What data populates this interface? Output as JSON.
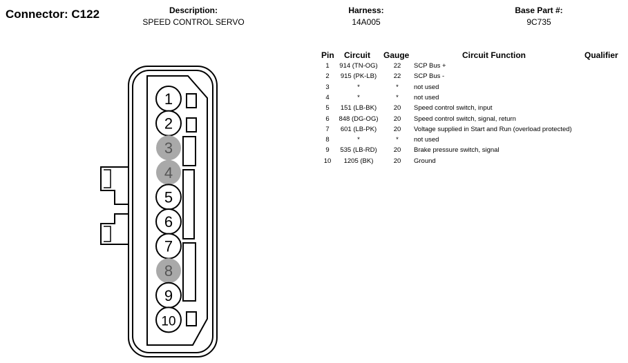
{
  "connector": {
    "title": "Connector: C122",
    "description_label": "Description:",
    "description_value": "SPEED CONTROL SERVO",
    "harness_label": "Harness:",
    "harness_value": "14A005",
    "base_part_label": "Base Part #:",
    "base_part_value": "9C735"
  },
  "table": {
    "headers": [
      "Pin",
      "Circuit",
      "Gauge",
      "Circuit Function",
      "Qualifier"
    ],
    "rows": [
      {
        "pin": "1",
        "circuit": "914 (TN-OG)",
        "gauge": "22",
        "function": "SCP Bus +"
      },
      {
        "pin": "2",
        "circuit": "915 (PK-LB)",
        "gauge": "22",
        "function": "SCP Bus -"
      },
      {
        "pin": "3",
        "circuit": "*",
        "gauge": "*",
        "function": "not used"
      },
      {
        "pin": "4",
        "circuit": "*",
        "gauge": "*",
        "function": "not used"
      },
      {
        "pin": "5",
        "circuit": "151 (LB-BK)",
        "gauge": "20",
        "function": "Speed control switch, input"
      },
      {
        "pin": "6",
        "circuit": "848 (DG-OG)",
        "gauge": "20",
        "function": "Speed control switch, signal, return"
      },
      {
        "pin": "7",
        "circuit": "601 (LB-PK)",
        "gauge": "20",
        "function": "Voltage supplied in Start and Run (overload protected)"
      },
      {
        "pin": "8",
        "circuit": "*",
        "gauge": "*",
        "function": "not used"
      },
      {
        "pin": "9",
        "circuit": "535 (LB-RD)",
        "gauge": "20",
        "function": "Brake pressure switch, signal"
      },
      {
        "pin": "10",
        "circuit": "1205 (BK)",
        "gauge": "20",
        "function": "Ground"
      }
    ]
  },
  "diagram": {
    "pins": [
      {
        "label": "1",
        "used": true
      },
      {
        "label": "2",
        "used": true
      },
      {
        "label": "3",
        "used": false
      },
      {
        "label": "4",
        "used": false
      },
      {
        "label": "5",
        "used": true
      },
      {
        "label": "6",
        "used": true
      },
      {
        "label": "7",
        "used": true
      },
      {
        "label": "8",
        "used": false
      },
      {
        "label": "9",
        "used": true
      },
      {
        "label": "10",
        "used": true
      }
    ],
    "colors": {
      "used_fill": "#ffffff",
      "unused_fill": "#a9a9a9",
      "unused_text": "#555555"
    }
  }
}
